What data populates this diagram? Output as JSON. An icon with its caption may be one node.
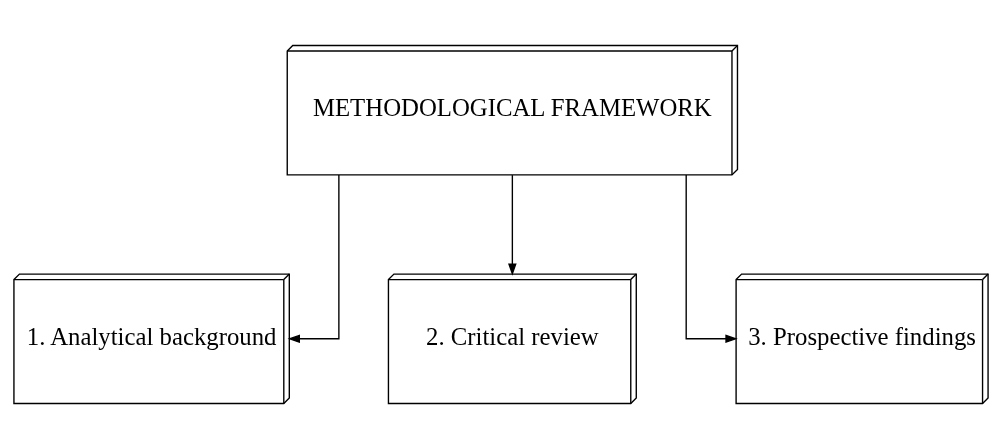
{
  "diagram": {
    "nodes": [
      {
        "text": [
          "METHODOLOGICAL FRAMEWORK"
        ]
      },
      {
        "text": [
          "1. Analytical background"
        ]
      },
      {
        "text": [
          "2. Critical review"
        ]
      },
      {
        "text": [
          "3. Prospective findings"
        ]
      }
    ],
    "edges": [
      {
        "from": 0,
        "to": 1,
        "arrow": "to"
      },
      {
        "from": 0,
        "to": 2,
        "arrow": "to"
      },
      {
        "from": 0,
        "to": 3,
        "arrow": "to"
      }
    ]
  }
}
